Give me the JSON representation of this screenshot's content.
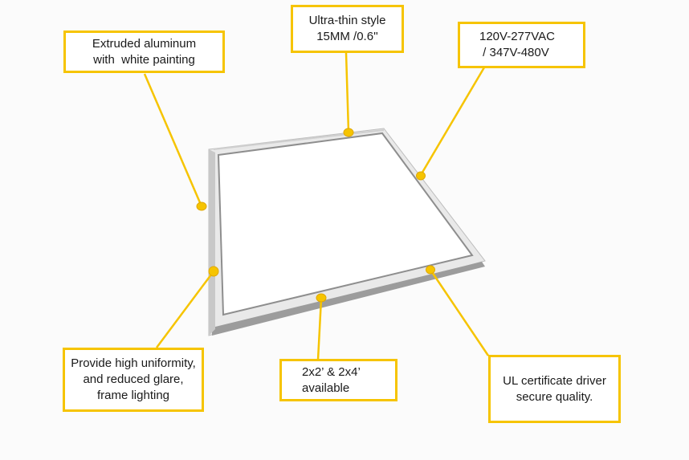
{
  "colors": {
    "accent": "#f6c400",
    "frame": "#9a9a9a",
    "frame_light": "#e6e6e6",
    "panel": "#ffffff"
  },
  "callouts": {
    "aluminum": {
      "lines": [
        "Extruded aluminum",
        "with  white painting"
      ]
    },
    "thin": {
      "lines": [
        "Ultra-thin style",
        "15MM /0.6''"
      ]
    },
    "voltage": {
      "lines": [
        "120V-277VAC",
        " / 347V-480V"
      ]
    },
    "uniformity": {
      "lines": [
        "Provide high uniformity,",
        "and reduced glare,",
        "frame lighting"
      ]
    },
    "sizes": {
      "lines": [
        "2x2’ & 2x4’",
        "available"
      ]
    },
    "driver": {
      "lines": [
        "UL certificate driver",
        "secure quality."
      ]
    }
  }
}
